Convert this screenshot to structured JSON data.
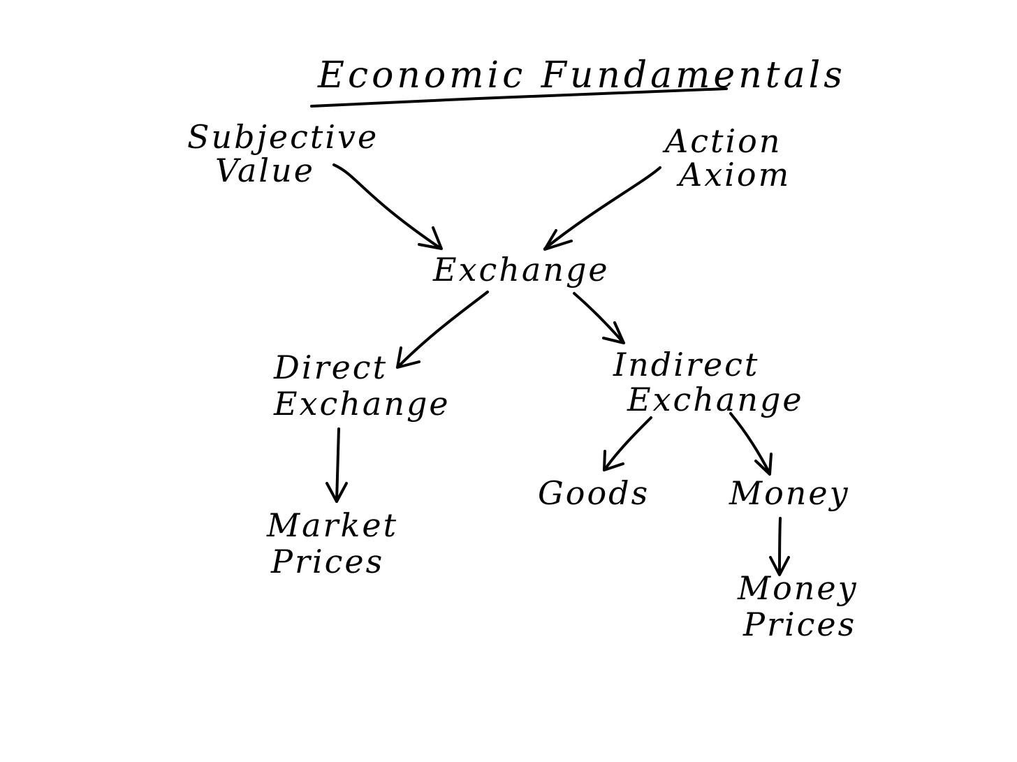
{
  "title": "Economic Fundamentals",
  "nodes": {
    "subjective_value": [
      "Subjective",
      "Value"
    ],
    "action_axiom": [
      "Action",
      "Axiom"
    ],
    "exchange": [
      "Exchange"
    ],
    "direct_exchange": [
      "Direct",
      "Exchange"
    ],
    "indirect_exchange": [
      "Indirect",
      "Exchange"
    ],
    "market_prices": [
      "Market",
      "Prices"
    ],
    "goods": [
      "Goods"
    ],
    "money": [
      "Money"
    ],
    "money_prices": [
      "Money",
      "Prices"
    ]
  },
  "edges": [
    {
      "from": "subjective_value",
      "to": "exchange"
    },
    {
      "from": "action_axiom",
      "to": "exchange"
    },
    {
      "from": "exchange",
      "to": "direct_exchange"
    },
    {
      "from": "exchange",
      "to": "indirect_exchange"
    },
    {
      "from": "direct_exchange",
      "to": "market_prices"
    },
    {
      "from": "indirect_exchange",
      "to": "goods"
    },
    {
      "from": "indirect_exchange",
      "to": "money"
    },
    {
      "from": "money",
      "to": "money_prices"
    }
  ],
  "colors": {
    "ink": "#000000",
    "background": "#ffffff"
  }
}
